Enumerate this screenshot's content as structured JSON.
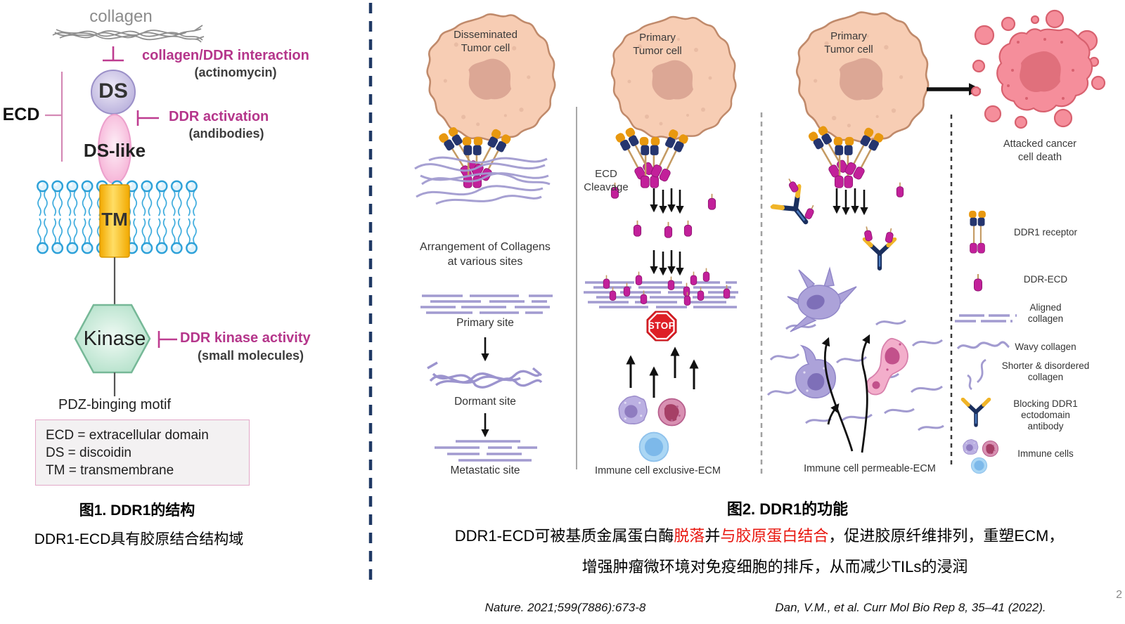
{
  "figure1": {
    "collagen": "collagen",
    "ecd": "ECD",
    "ds": "DS",
    "ds_like": "DS-like",
    "tm": "TM",
    "kinase": "Kinase",
    "pdz": "PDZ-binging motif",
    "interaction": "collagen/DDR interaction",
    "interaction_drug": "(actinomycin)",
    "activation": "DDR activation",
    "activation_drug": "(andibodies)",
    "kinase_activity": "DDR kinase activity",
    "kinase_activity_drug": "(small molecules)",
    "abbrev": {
      "line1": "ECD = extracellular domain",
      "line2": "DS = discoidin",
      "line3": "TM = transmembrane"
    },
    "title": "图1. DDR1的结构",
    "subtitle": "DDR1-ECD具有胶原结合结构域"
  },
  "figure2": {
    "cell1_line1": "Disseminated",
    "cell1_line2": "Tumor cell",
    "cell2_line1": "Primary",
    "cell2_line2": "Tumor cell",
    "cell3_line1": "Primary",
    "cell3_line2": "Tumor cell",
    "ecd_cleavage_line1": "ECD",
    "ecd_cleavage_line2": "Cleavage",
    "arrangement_line1": "Arrangement of Collagens",
    "arrangement_line2": "at various sites",
    "site_primary": "Primary site",
    "site_dormant": "Dormant site",
    "site_metastatic": "Metastatic site",
    "stop": "STOP",
    "ecm_exclusive": "Immune cell exclusive-ECM",
    "ecm_permeable": "Immune cell permeable-ECM",
    "attacked_line1": "Attacked cancer",
    "attacked_line2": "cell death",
    "legend": {
      "receptor": "DDR1 receptor",
      "ecd": "DDR-ECD",
      "aligned_line1": "Aligned",
      "aligned_line2": "collagen",
      "wavy": "Wavy collagen",
      "disordered_line1": "Shorter & disordered",
      "disordered_line2": "collagen",
      "antibody_line1": "Blocking DDR1",
      "antibody_line2": "ectodomain",
      "antibody_line3": "antibody",
      "immune": "Immune cells"
    },
    "title": "图2. DDR1的功能",
    "caption": {
      "seg1": "DDR1-ECD可被基质金属蛋白酶",
      "seg2_red": "脱落",
      "seg3": "并",
      "seg4_red": "与胶原蛋白结合",
      "seg5": "，促进胶原纤维排列，重塑ECM，",
      "line2": "增强肿瘤微环境对免疫细胞的排斥，从而减少TILs的浸润"
    }
  },
  "footer": {
    "citation_left": "Nature. 2021;599(7886):673-8",
    "citation_right": "Dan, V.M., et al. Curr Mol Bio Rep 8, 35–41 (2022).",
    "page": "2"
  },
  "colors": {
    "annotation_magenta": "#B5368B",
    "caption_red": "#E8150D",
    "divider_navy": "#1F3864",
    "receptor_orange": "#E8980F",
    "receptor_navy": "#25356E",
    "receptor_magenta": "#C2209A",
    "collagen_purple": "#A29BD0",
    "stop_red": "#DE1F26",
    "membrane_blue": "#2BA0D8",
    "tm_yellow": "#F7B500",
    "kinase_green": "#B7E0CB"
  }
}
